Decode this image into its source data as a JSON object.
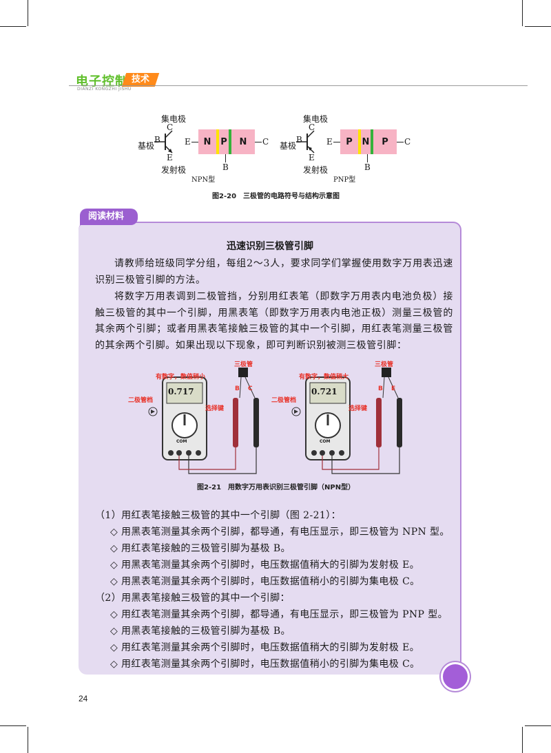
{
  "header": {
    "title_green": "电子控制",
    "title_orange": "技术",
    "subtitle": "DIANZI KONGZHI JISHU"
  },
  "figure_2_20": {
    "npn": {
      "collector": "集电极",
      "c": "C",
      "base": "基极",
      "b": "B",
      "e": "E",
      "emitter": "发射极",
      "seg1": "N",
      "seg2": "P",
      "seg3": "N",
      "type": "NPN型",
      "bar_e": "E",
      "bar_c": "C",
      "bar_b": "B"
    },
    "pnp": {
      "collector": "集电极",
      "c": "C",
      "base": "基极",
      "b": "B",
      "e": "E",
      "emitter": "发射极",
      "seg1": "P",
      "seg2": "N",
      "seg3": "P",
      "type": "PNP型",
      "bar_e": "E",
      "bar_c": "C",
      "bar_b": "B"
    },
    "caption": "图2-20　三极管的电路符号与结构示意图"
  },
  "reading": {
    "tab": "阅读材料",
    "title": "迅速识别三极管引脚",
    "p1": "请教师给班级同学分组，每组2～3人，要求同学们掌握使用数字万用表迅速识别三极管引脚的方法。",
    "p2": "将数字万用表调到二极管挡，分别用红表笔（即数字万用表内电池负极）接触三极管的其中一个引脚，用黑表笔（即数字万用表内电池正极）测量三极管的其余两个引脚；或者用黑表笔接触三极管的其中一个引脚，用红表笔测量三极管的其余两个引脚。如果出现以下现象，即可判断识别被测三极管引脚：",
    "meter1": {
      "label_value": "有数字，数值稍小",
      "reading": "0.717",
      "transistor": "三极管",
      "diode": "二极管档",
      "selector": "选择键",
      "pin1": "B",
      "pin2": "C",
      "com": "COM"
    },
    "meter2": {
      "label_value": "有数字，数值稍大",
      "reading": "0.721",
      "transistor": "三极管",
      "diode": "二极管档",
      "selector": "选择键",
      "pin1": "B",
      "pin2": "E",
      "com": "COM"
    },
    "caption": "图2-21　用数字万用表识别三极管引脚（NPN型）",
    "lines": [
      "（1）用红表笔接触三极管的其中一个引脚（图 2-21）：",
      "◇ 用黑表笔测量其余两个引脚，都导通，有电压显示，即三极管为 NPN 型。",
      "◇ 用红表笔接触的三极管引脚为基极 B。",
      "◇ 用黑表笔测量其余两个引脚时，电压数据值稍大的引脚为发射极 E。",
      "◇ 用黑表笔测量其余两个引脚时，电压数据值稍小的引脚为集电极 C。",
      "（2）用黑表笔接触三极管的其中一个引脚：",
      "◇ 用红表笔测量其余两个引脚，都导通，有电压显示，即三极管为 PNP 型。",
      "◇ 用黑表笔接触的三极管引脚为基极 B。",
      "◇ 用红表笔测量其余两个引脚时，电压数据值稍大的引脚为发射极 E。",
      "◇ 用红表笔测量其余两个引脚时，电压数据值稍小的引脚为集电极 C。"
    ]
  },
  "page_number": "24"
}
